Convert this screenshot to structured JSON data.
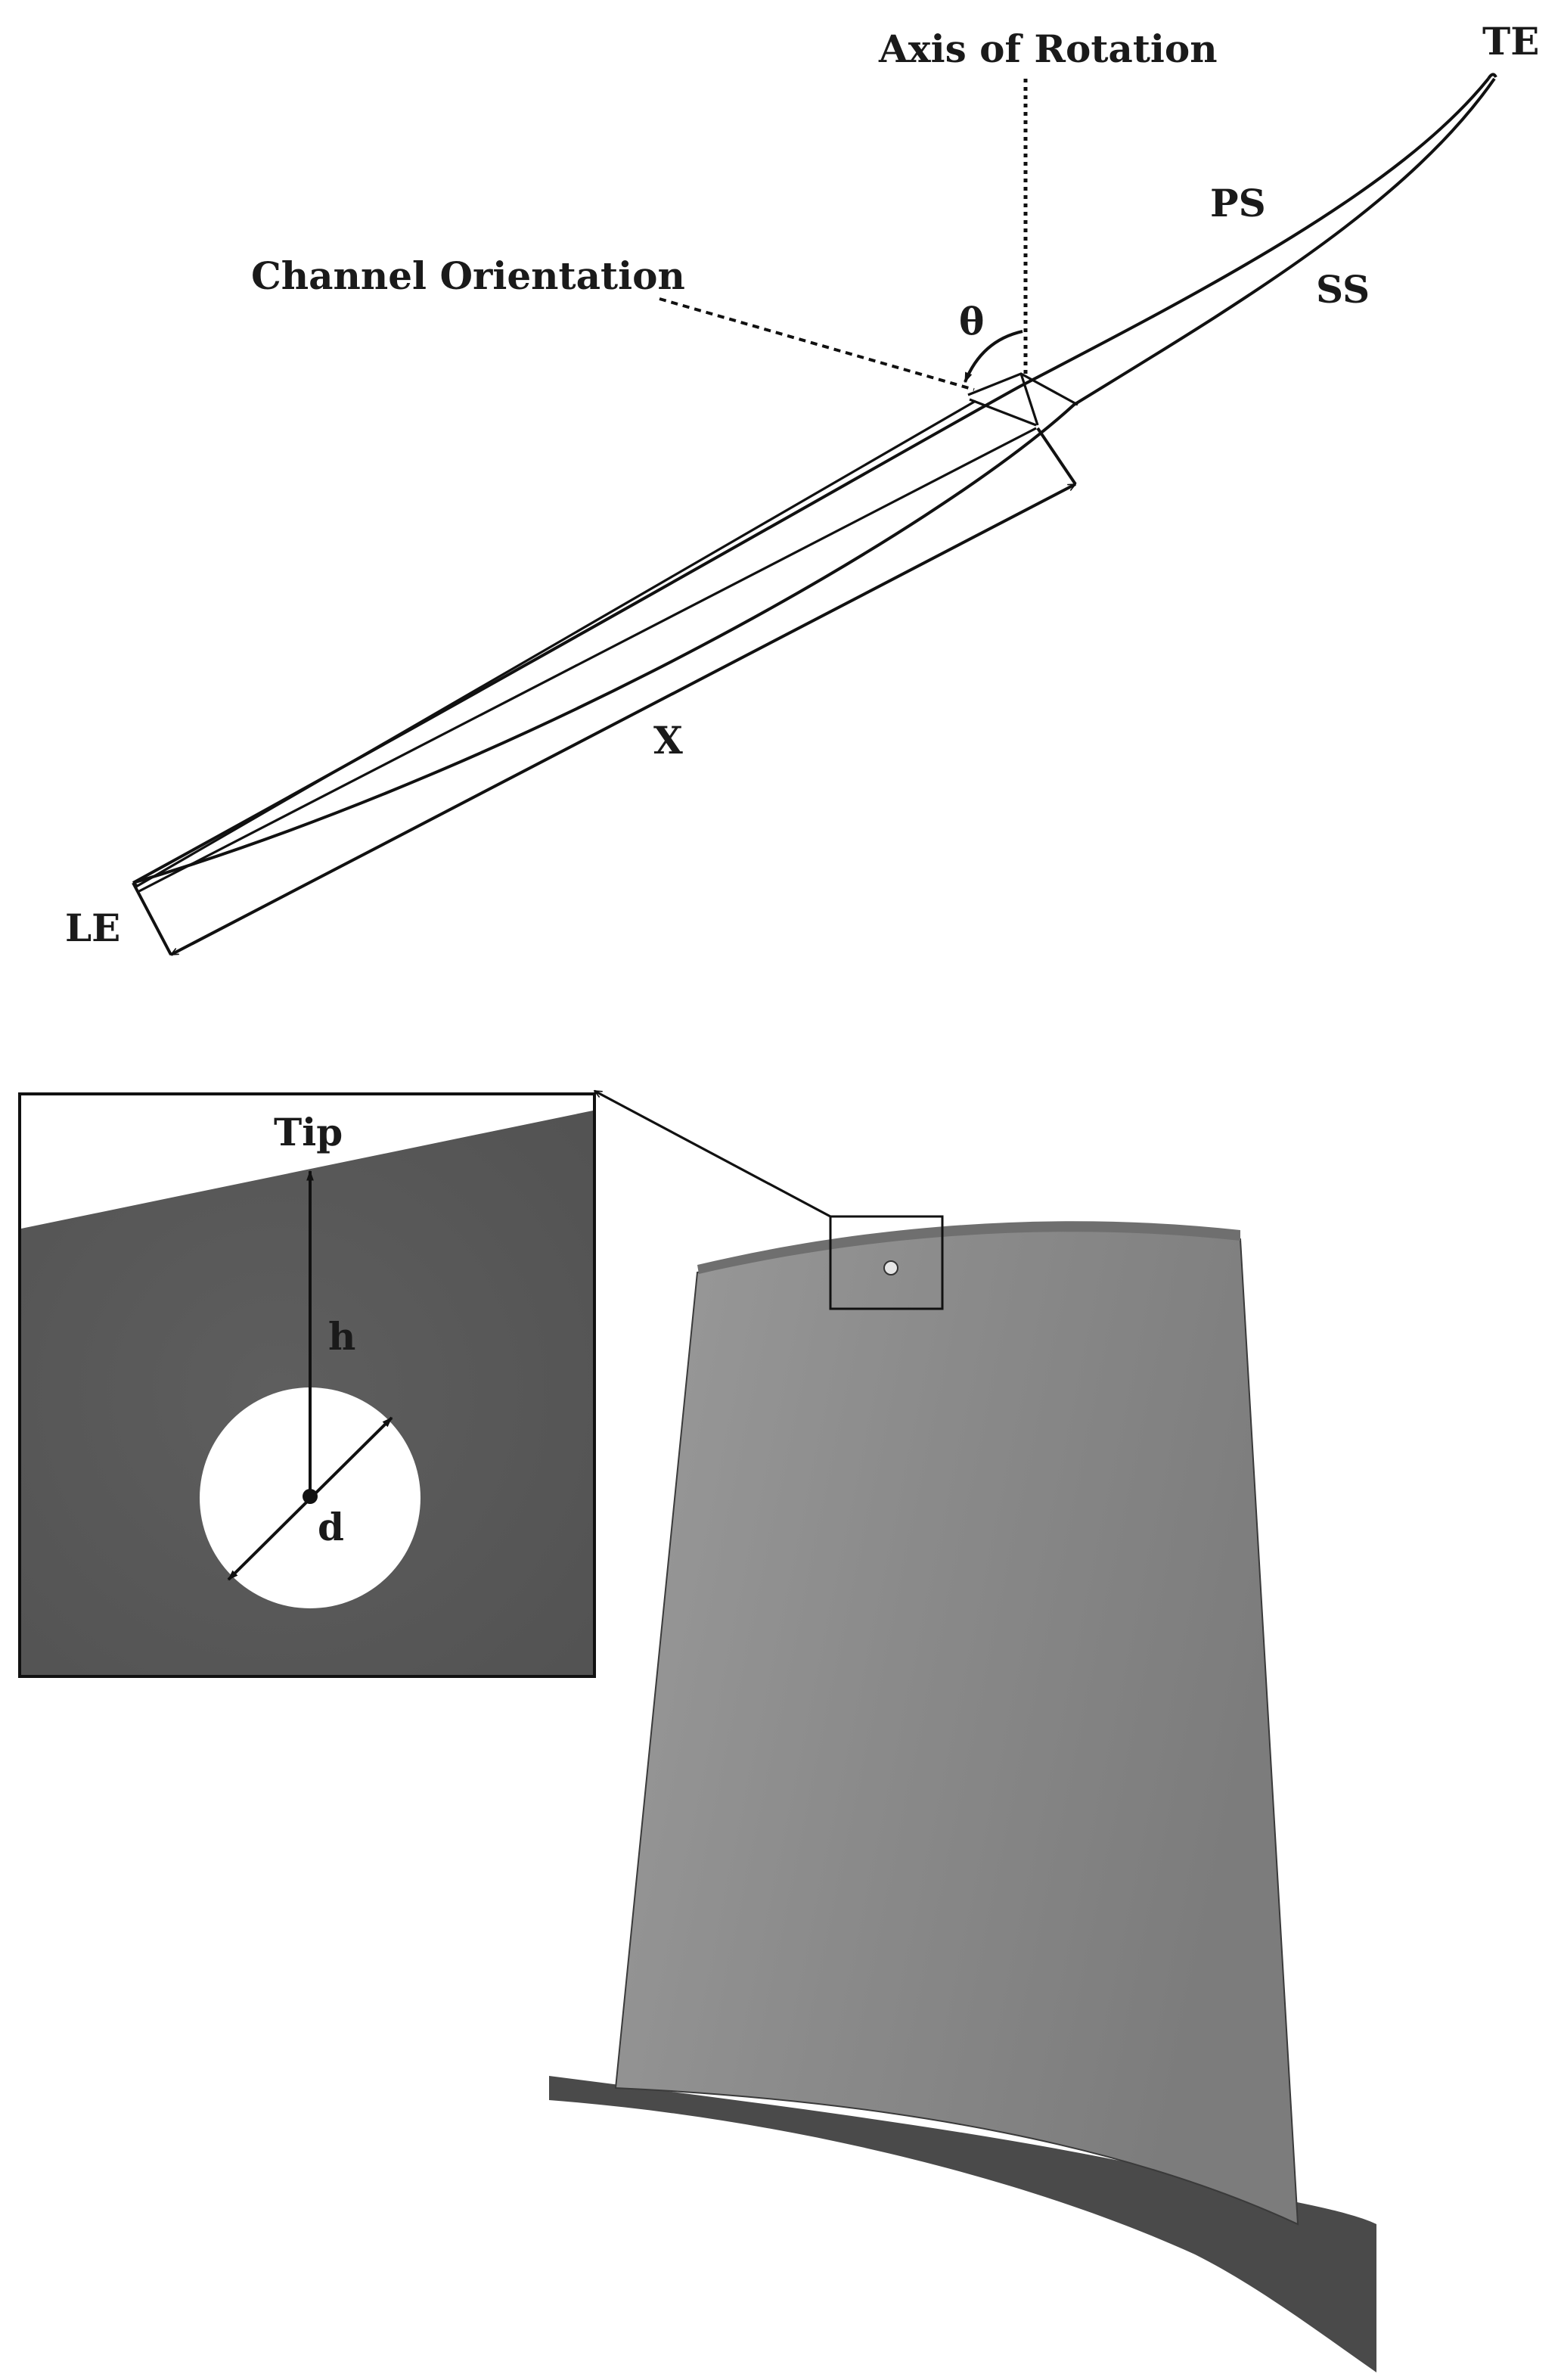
{
  "top_diagram": {
    "labels": {
      "axis_of_rotation": "Axis of Rotation",
      "trailing_edge": "TE",
      "pressure_side": "PS",
      "suction_side": "SS",
      "channel_orientation": "Channel Orientation",
      "angle": "θ",
      "chord_length": "X",
      "leading_edge": "LE"
    }
  },
  "inset": {
    "labels": {
      "tip": "Tip",
      "height": "h",
      "diameter": "d"
    }
  },
  "colors": {
    "line": "#111111",
    "inset_surface": "#595959",
    "blade_surface": "#8c8c8c",
    "platform": "#4a4a4a",
    "hole": "#ffffff"
  }
}
